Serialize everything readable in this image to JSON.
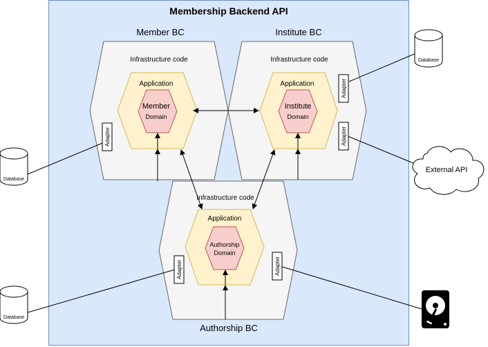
{
  "title": "Membership Backend API",
  "contexts": {
    "member": {
      "label": "Member BC",
      "infra": "Infrastructure code",
      "app": "Application",
      "domain_name": "Member",
      "domain_word": "Domain"
    },
    "institute": {
      "label": "Institute BC",
      "infra": "Infrastructure code",
      "app": "Application",
      "domain_name": "Institute",
      "domain_word": "Domain"
    },
    "authorship": {
      "label": "Authorship BC",
      "infra": "Infrastructure code",
      "app": "Application",
      "domain_name": "Authorship",
      "domain_word": "Domain"
    }
  },
  "adapters": {
    "member_left": "Adapter",
    "institute_top": "Adapter",
    "institute_bottom": "Adapter",
    "authorship_left": "Adapter",
    "authorship_right": "Adapter"
  },
  "databases": {
    "top_right": "Database",
    "left_middle": "Database",
    "left_bottom": "Database"
  },
  "external_api": "External API",
  "colors": {
    "container": "#dae8fc",
    "container_border": "#6c8ebf",
    "infra": "#f5f5f5",
    "application": "#fff2cc",
    "domain": "#f8cecc"
  },
  "icons": [
    "database-icon",
    "cloud-icon",
    "hard-disk-icon"
  ]
}
